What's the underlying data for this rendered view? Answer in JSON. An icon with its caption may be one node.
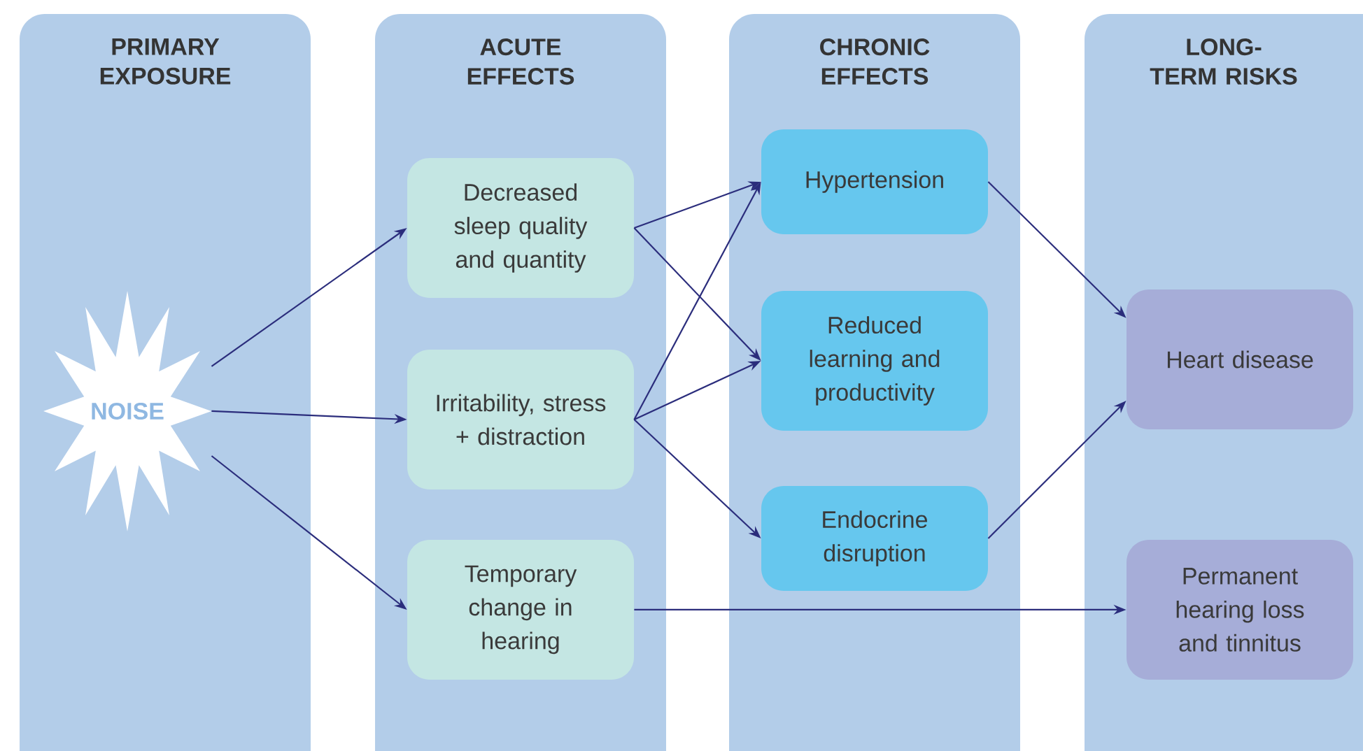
{
  "diagram": {
    "nodes": [
      {
        "text": [
          "PRIMARY EXPOSURE"
        ]
      },
      {
        "text": [
          "ACUTE EFFECTS"
        ]
      },
      {
        "text": [
          "CHRONIC EFFECTS"
        ]
      },
      {
        "text": [
          "LONG-TERM RISKS"
        ]
      },
      {
        "text": [
          "NOISE"
        ],
        "in": 0
      },
      {
        "text": [
          "Decreased sleep quality and quantity"
        ],
        "in": 1
      },
      {
        "text": [
          "Irritability, stress + distraction"
        ],
        "in": 1
      },
      {
        "text": [
          "Temporary change in hearing"
        ],
        "in": 1
      },
      {
        "text": [
          "Hypertension"
        ],
        "in": 2
      },
      {
        "text": [
          "Reduced learning and productivity"
        ],
        "in": 2
      },
      {
        "text": [
          "Endocrine disruption"
        ],
        "in": 2
      },
      {
        "text": [
          "Heart disease"
        ],
        "in": 3
      },
      {
        "text": [
          "Permanent hearing loss and tinnitus"
        ],
        "in": 3
      }
    ],
    "edges": [
      {
        "from": 4,
        "to": 5,
        "arrow": "to"
      },
      {
        "from": 4,
        "to": 6,
        "arrow": "to"
      },
      {
        "from": 4,
        "to": 7,
        "arrow": "to"
      },
      {
        "from": 5,
        "to": 8,
        "arrow": "to"
      },
      {
        "from": 5,
        "to": 9,
        "arrow": "to"
      },
      {
        "from": 6,
        "to": 8,
        "arrow": "to"
      },
      {
        "from": 6,
        "to": 9,
        "arrow": "to"
      },
      {
        "from": 6,
        "to": 10,
        "arrow": "to"
      },
      {
        "from": 7,
        "to": 12,
        "arrow": "to"
      },
      {
        "from": 8,
        "to": 11,
        "arrow": "to"
      },
      {
        "from": 10,
        "to": 11,
        "arrow": "to"
      }
    ]
  }
}
